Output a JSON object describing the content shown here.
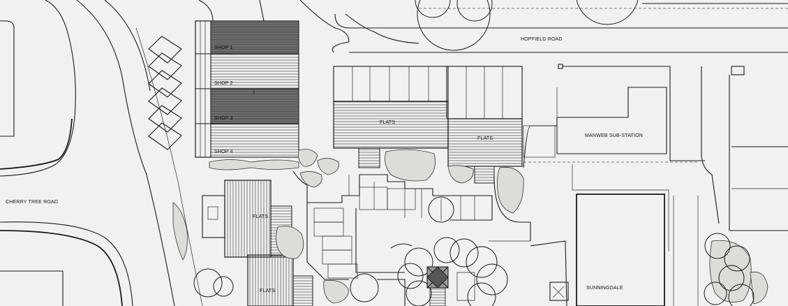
{
  "labels": {
    "road_north": "HOPFIELD ROAD",
    "road_west": "CHERRY TREE ROAD",
    "shop_1": "SHOP 1",
    "shop_2": "SHOP 2",
    "shop_3": "SHOP 3",
    "shop_4": "SHOP 4",
    "shop_mark": "2",
    "flats_north_1": "FLATS",
    "flats_north_2": "FLATS",
    "flats_south_1": "FLATS",
    "flats_south_2": "FLATS",
    "substation": "MANWEB SUB-STATION",
    "sunningdale": "SUNNINGDALE"
  },
  "colors": {
    "paper": "#f1f1ef",
    "ink": "#1a1a1a",
    "dark_roof": "#6a6a6a"
  }
}
